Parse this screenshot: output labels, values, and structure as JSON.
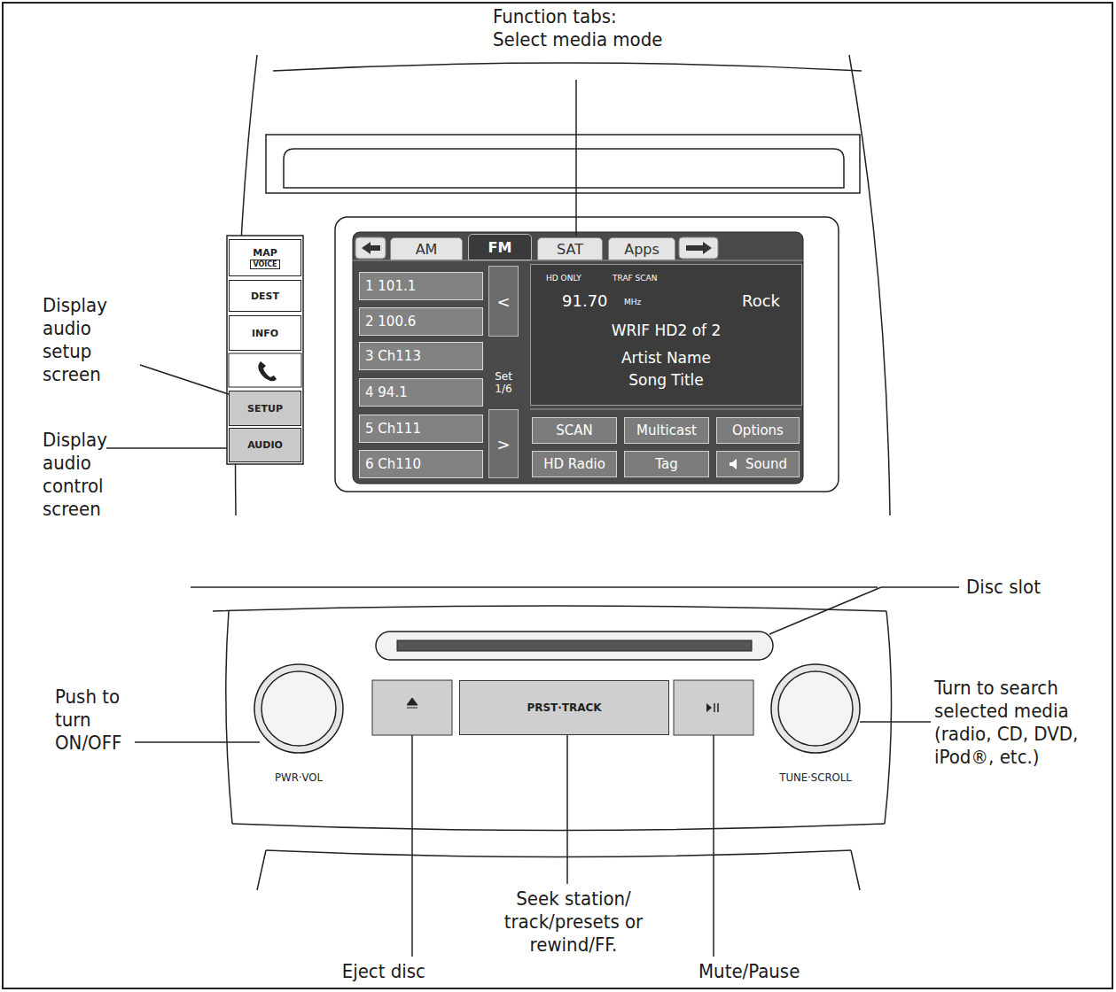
{
  "diagram": {
    "nodes": [
      {
        "text": [
          "MAP",
          "VOICE"
        ]
      },
      {
        "text": [
          "DEST"
        ]
      },
      {
        "text": [
          "INFO"
        ]
      },
      {
        "text": [
          "SETUP"
        ]
      },
      {
        "text": [
          "AUDIO"
        ]
      },
      {
        "text": [
          "AM"
        ]
      },
      {
        "text": [
          "FM"
        ]
      },
      {
        "text": [
          "SAT"
        ]
      },
      {
        "text": [
          "Apps"
        ]
      },
      {
        "text": [
          "1 101.1"
        ]
      },
      {
        "text": [
          "2 100.6"
        ]
      },
      {
        "text": [
          "3 Ch113"
        ]
      },
      {
        "text": [
          "4 94.1"
        ]
      },
      {
        "text": [
          "5 Ch111"
        ]
      },
      {
        "text": [
          "6 Ch110"
        ]
      },
      {
        "text": [
          "<"
        ]
      },
      {
        "text": [
          ">"
        ]
      },
      {
        "text": [
          "HD ONLY",
          "TRAF SCAN",
          "91.70",
          "MHz",
          "Rock",
          "WRIF HD2 of 2",
          "Artist Name",
          "Song Title"
        ]
      },
      {
        "text": [
          "SCAN"
        ]
      },
      {
        "text": [
          "Multicast"
        ]
      },
      {
        "text": [
          "Options"
        ]
      },
      {
        "text": [
          "HD Radio"
        ]
      },
      {
        "text": [
          "Tag"
        ]
      },
      {
        "text": [
          "Sound"
        ]
      },
      {
        "text": [
          "PRST·TRACK"
        ]
      }
    ],
    "labels": [
      "Function tabs: Select media mode",
      "Display audio setup screen",
      "Display audio control screen",
      "Set 1/6",
      "Disc slot",
      "Push to turn ON/OFF",
      "PWR·VOL",
      "TUNE·SCROLL",
      "Turn to search selected media (radio, CD, DVD, iPod®, etc.)",
      "Seek station/ track/presets or rewind/FF.",
      "Eject disc",
      "Mute/Pause"
    ]
  }
}
